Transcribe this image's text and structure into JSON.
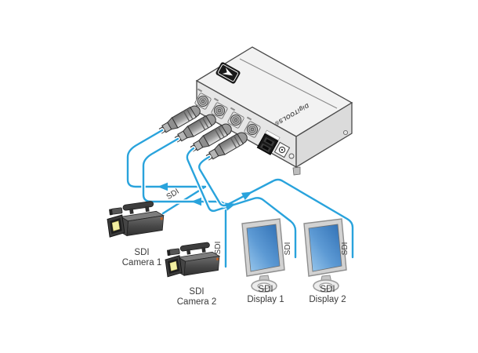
{
  "device": {
    "brand": "DigiTOOLS®",
    "logo": "kramer-logo",
    "description": "SDI distribution amplifier, isometric view with BNC connectors"
  },
  "nodes": {
    "camera1": {
      "line1": "SDI",
      "line2": "Camera 1"
    },
    "camera2": {
      "line1": "SDI",
      "line2": "Camera 2"
    },
    "display1": {
      "line1": "SDI",
      "line2": "Display 1"
    },
    "display2": {
      "line1": "SDI",
      "line2": "Display 2"
    }
  },
  "cable_labels": {
    "camera1": "SDI",
    "camera2": "SDI",
    "display1": "SDI",
    "display2": "SDI"
  },
  "colors": {
    "cable": "#29A3DC",
    "label_text": "#3A3A3A",
    "device_top": "#F2F2F2",
    "device_front": "#E6E6E6",
    "device_side": "#DBDBDB",
    "screen_blue_dark": "#2F6FB4",
    "screen_blue_light": "#9CCAEE",
    "camera_lens_yellow": "#F2EFA2"
  }
}
